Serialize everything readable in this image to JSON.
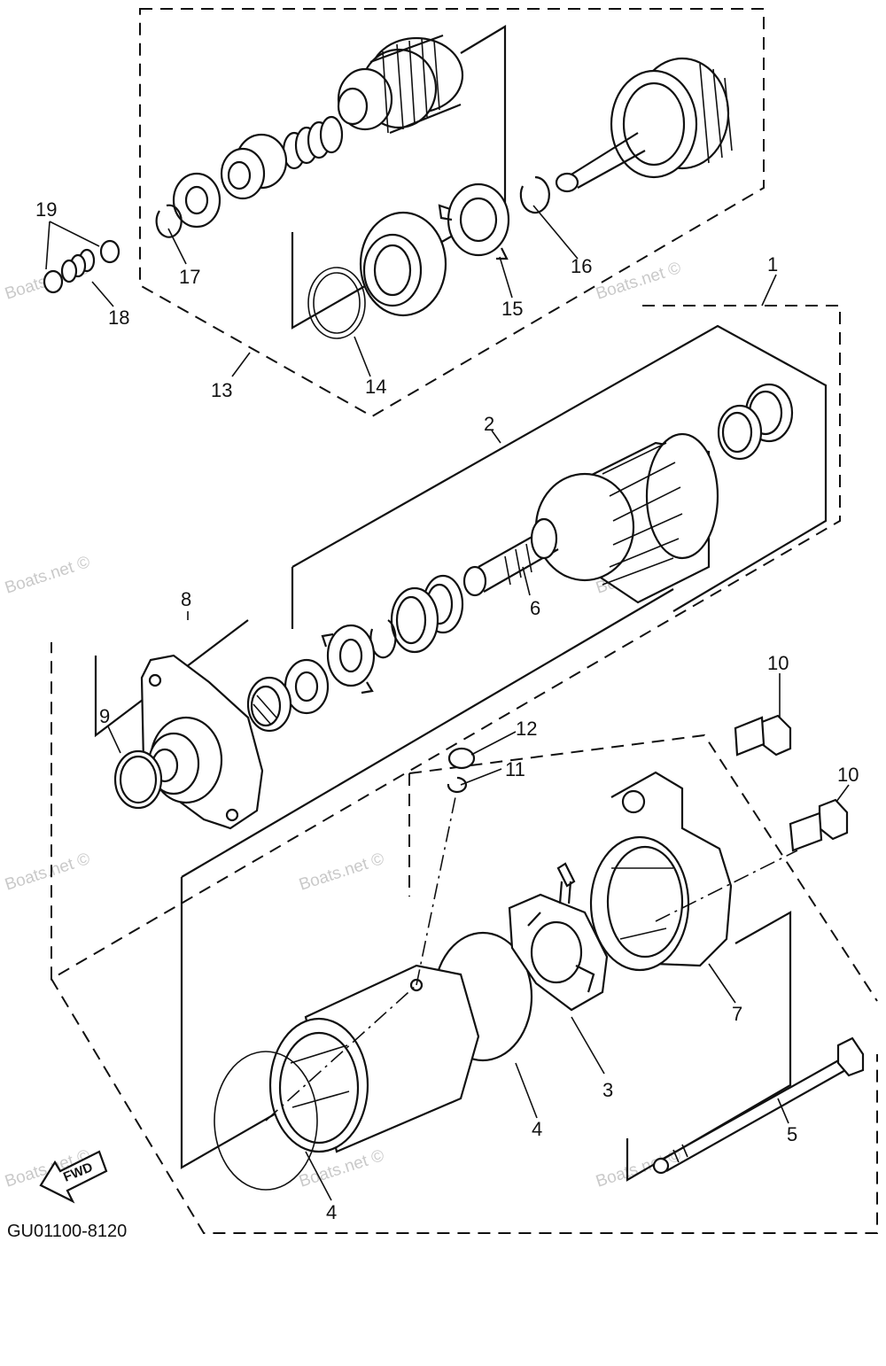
{
  "diagram": {
    "drawing_code": "GU01100-8120",
    "direction_label": "FWD",
    "watermark": "Boats.net ©",
    "callouts": [
      "1",
      "2",
      "3",
      "4",
      "4",
      "5",
      "6",
      "7",
      "8",
      "9",
      "10",
      "10",
      "11",
      "12",
      "13",
      "14",
      "15",
      "16",
      "17",
      "18",
      "19"
    ]
  }
}
